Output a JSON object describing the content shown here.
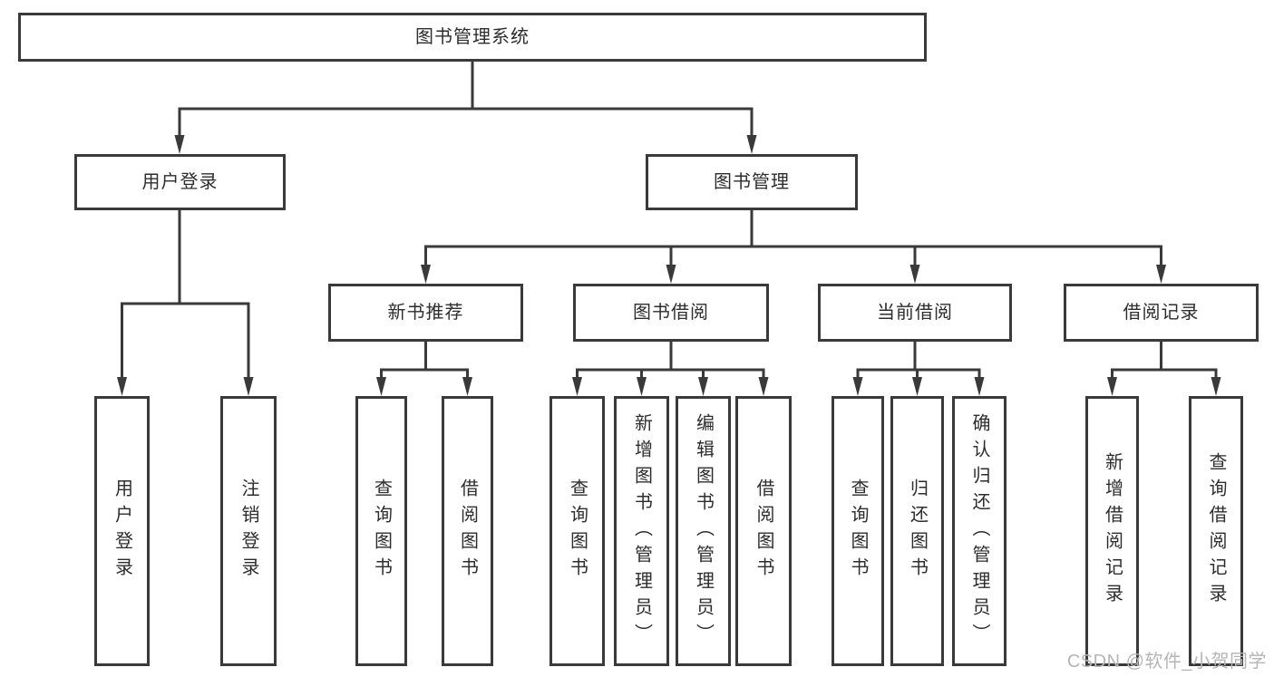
{
  "diagram": {
    "type": "tree",
    "root": {
      "label": "图书管理系统",
      "children": [
        {
          "label": "用户登录",
          "children": [
            {
              "label": "用户登录"
            },
            {
              "label": "注销登录"
            }
          ]
        },
        {
          "label": "图书管理",
          "children": [
            {
              "label": "新书推荐",
              "children": [
                {
                  "label": "查询图书"
                },
                {
                  "label": "借阅图书"
                }
              ]
            },
            {
              "label": "图书借阅",
              "children": [
                {
                  "label": "查询图书"
                },
                {
                  "label": "新增图书（管理员）"
                },
                {
                  "label": "编辑图书（管理员）"
                },
                {
                  "label": "借阅图书"
                }
              ]
            },
            {
              "label": "当前借阅",
              "children": [
                {
                  "label": "查询图书"
                },
                {
                  "label": "归还图书"
                },
                {
                  "label": "确认归还（管理员）"
                }
              ]
            },
            {
              "label": "借阅记录",
              "children": [
                {
                  "label": "新增借阅记录"
                },
                {
                  "label": "查询借阅记录"
                }
              ]
            }
          ]
        }
      ]
    },
    "colors": {
      "line": "#3a3a3a",
      "box_border": "#3a3a3a",
      "text": "#2d2d2d",
      "background": "#ffffff",
      "watermark": "#b5b5b5"
    }
  },
  "watermark": {
    "text": "CSDN @软件_小贺同学"
  }
}
